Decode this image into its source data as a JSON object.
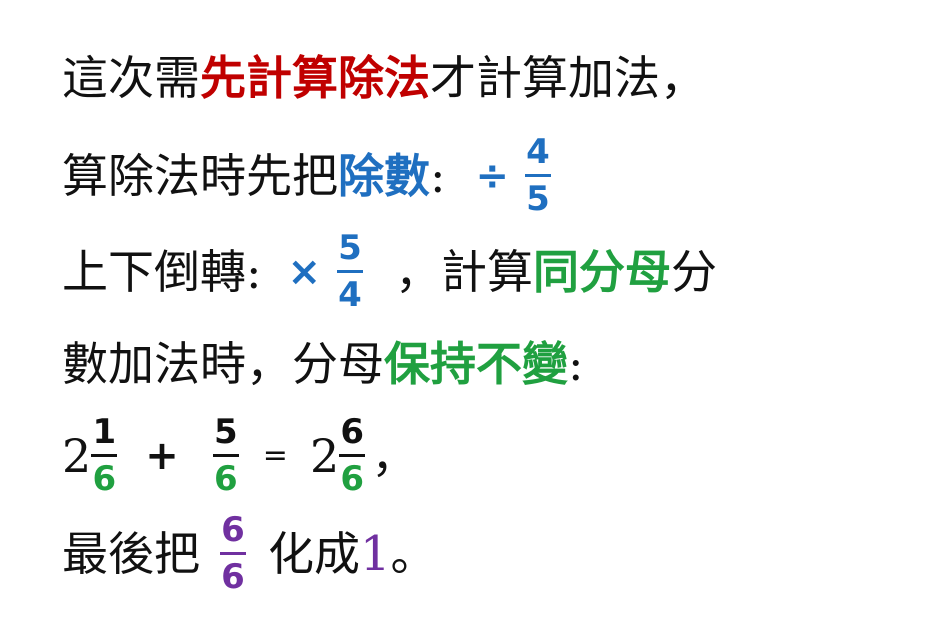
{
  "line1": {
    "a": "這次需",
    "b": "先計算除法",
    "c": "才計算加法，"
  },
  "line2": {
    "a": "算除法時先把",
    "b": "除數",
    "c": ":",
    "op": "÷",
    "frac_num": "4",
    "frac_den": "5"
  },
  "line3": {
    "a": "上下倒轉:",
    "op": "×",
    "frac_num": "5",
    "frac_den": "4",
    "b": "，計算",
    "c": "同分母",
    "d": "分"
  },
  "line4": {
    "a": "數加法時，分母",
    "b": "保持不變",
    "c": ":"
  },
  "line5": {
    "whole1": "2",
    "f1_num": "1",
    "f1_den": "6",
    "plus": "+",
    "f2_num": "5",
    "f2_den": "6",
    "eq": "=",
    "whole2": "2",
    "f3_num": "6",
    "f3_den": "6",
    "tail": "，"
  },
  "line6": {
    "a": "最後把",
    "frac_num": "6",
    "frac_den": "6",
    "b": "化成",
    "one": "1",
    "c": "。"
  },
  "colors": {
    "red": "#c00000",
    "blue": "#1f6fc0",
    "green": "#20a040",
    "purple": "#7030a0",
    "text": "#111111"
  }
}
